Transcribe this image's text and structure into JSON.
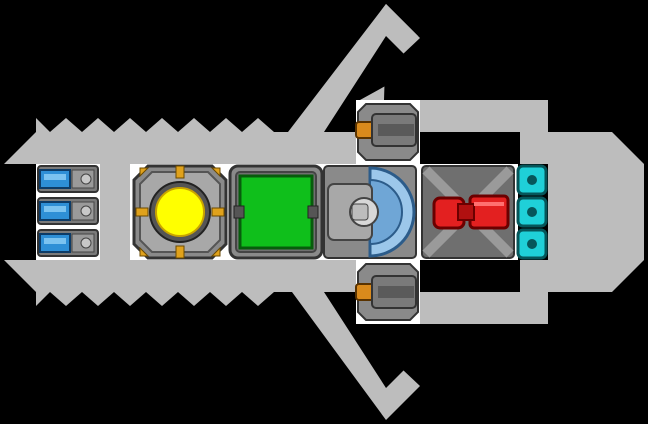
{
  "scene": {
    "background_color": "#000000",
    "hull_color": "#bdbdbd",
    "room_floor_color": "#ffffff"
  },
  "systems": {
    "engines": {
      "icon": "engine-pod-icon",
      "count": 3,
      "accent_color": "#2e8fd6"
    },
    "reactor": {
      "icon": "reactor-core-icon",
      "core_color": "#ffff00",
      "bolt_color": "#e0a21c"
    },
    "shields": {
      "icon": "shield-console-icon",
      "panel_color": "#0fbf1b"
    },
    "pilot": {
      "icon": "cockpit-dome-icon",
      "dome_color": "#9cc7ea"
    },
    "weapons_bay": {
      "icon": "dual-cannon-icon",
      "barrel_color": "#e32020"
    },
    "sensors": {
      "icon": "sensor-node-icon",
      "count": 3,
      "accent_color": "#1fd0d8"
    },
    "turrets": {
      "icon": "side-turret-icon",
      "count": 2,
      "accent_color": "#d98a1c"
    }
  }
}
